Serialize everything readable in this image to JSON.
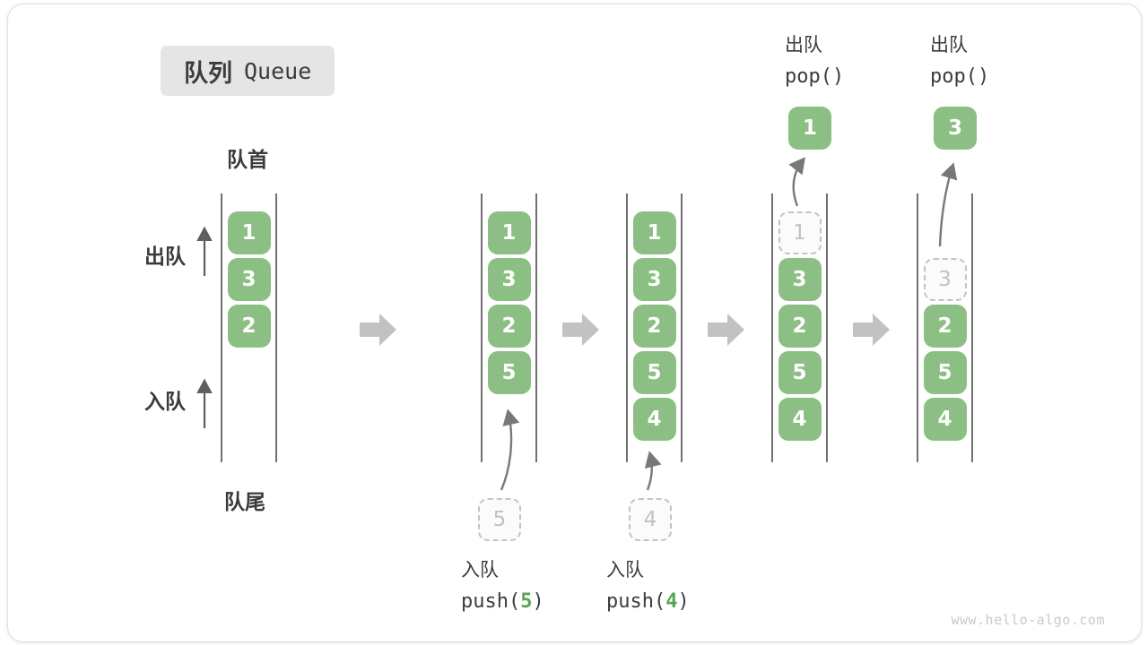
{
  "title": {
    "zh": "队列",
    "en": "Queue"
  },
  "labels": {
    "front": "队首",
    "rear": "队尾",
    "dequeue": "出队",
    "enqueue": "入队"
  },
  "watermark": "www.hello-algo.com",
  "colors": {
    "box_green": "#8cbf83",
    "accent_green": "#56a456",
    "text_dark": "#3a3a3a",
    "ghost_gray": "#c1c1c1",
    "step_arrow_gray": "#c2c2c2",
    "line_gray": "#4d4d4d"
  },
  "queues": [
    {
      "name": "state-initial",
      "slots": [
        {
          "value": "1",
          "state": "solid",
          "slot": 0
        },
        {
          "value": "3",
          "state": "solid",
          "slot": 1
        },
        {
          "value": "2",
          "state": "solid",
          "slot": 2
        }
      ]
    },
    {
      "name": "state-after-push-5",
      "slots": [
        {
          "value": "1",
          "state": "solid",
          "slot": 0
        },
        {
          "value": "3",
          "state": "solid",
          "slot": 1
        },
        {
          "value": "2",
          "state": "solid",
          "slot": 2
        },
        {
          "value": "5",
          "state": "solid",
          "slot": 3
        }
      ],
      "staged": {
        "value": "5"
      },
      "operation": {
        "label": "入队",
        "call_pre": "push(",
        "call_arg": "5",
        "call_post": ")"
      }
    },
    {
      "name": "state-after-push-4",
      "slots": [
        {
          "value": "1",
          "state": "solid",
          "slot": 0
        },
        {
          "value": "3",
          "state": "solid",
          "slot": 1
        },
        {
          "value": "2",
          "state": "solid",
          "slot": 2
        },
        {
          "value": "5",
          "state": "solid",
          "slot": 3
        },
        {
          "value": "4",
          "state": "solid",
          "slot": 4
        }
      ],
      "staged": {
        "value": "4"
      },
      "operation": {
        "label": "入队",
        "call_pre": "push(",
        "call_arg": "4",
        "call_post": ")"
      }
    },
    {
      "name": "state-pop-1",
      "slots": [
        {
          "value": "1",
          "state": "ghost",
          "slot": 0
        },
        {
          "value": "3",
          "state": "solid",
          "slot": 1
        },
        {
          "value": "2",
          "state": "solid",
          "slot": 2
        },
        {
          "value": "5",
          "state": "solid",
          "slot": 3
        },
        {
          "value": "4",
          "state": "solid",
          "slot": 4
        }
      ],
      "popped": {
        "value": "1"
      },
      "operation": {
        "label": "出队",
        "call_pre": "pop(",
        "call_arg": "",
        "call_post": ")"
      }
    },
    {
      "name": "state-pop-3",
      "slots": [
        {
          "value": "3",
          "state": "ghost",
          "slot": 1
        },
        {
          "value": "2",
          "state": "solid",
          "slot": 2
        },
        {
          "value": "5",
          "state": "solid",
          "slot": 3
        },
        {
          "value": "4",
          "state": "solid",
          "slot": 4
        }
      ],
      "popped": {
        "value": "3"
      },
      "operation": {
        "label": "出队",
        "call_pre": "pop(",
        "call_arg": "",
        "call_post": ")"
      }
    }
  ]
}
